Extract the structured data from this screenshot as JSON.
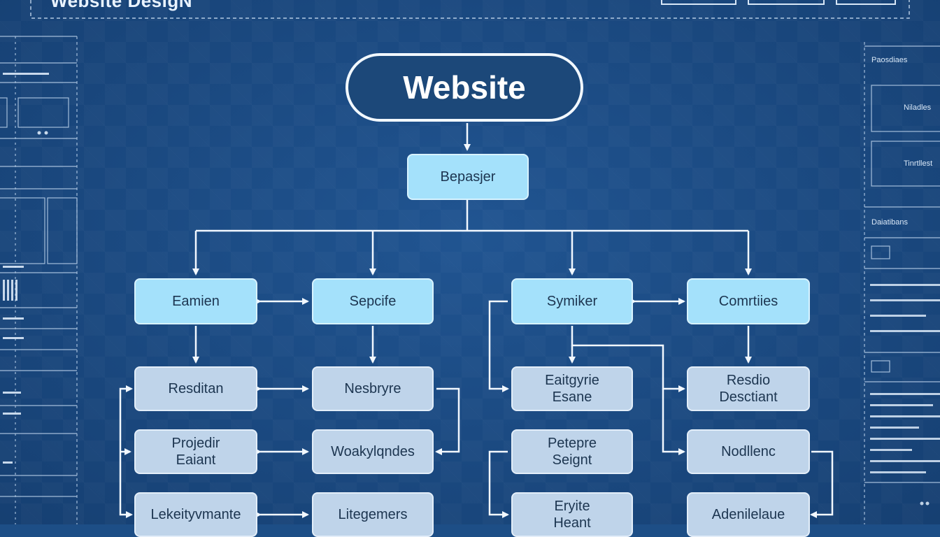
{
  "header": {
    "title": "Website DesigN"
  },
  "diagram": {
    "root": "Website",
    "hub": "Bepasjer",
    "column_heads": [
      "Eamien",
      "Sepcife",
      "Symiker",
      "Comrtiies"
    ],
    "children": [
      [
        "Resditan",
        "Projedir\nEaiant",
        "Lekeityvmante"
      ],
      [
        "Nesbryre",
        "Woakylqndes",
        "Litegemers"
      ],
      [
        "Eaitgyrie\nEsane",
        "Petepre\nSeignt",
        "Eryite\nHeant"
      ],
      [
        "Resdio\nDesctiant",
        "Nodllenc",
        "Adenilelaue"
      ]
    ]
  },
  "right_panel": {
    "labels": [
      "Paosdiaes",
      "Niladles",
      "Tinrtllest",
      "Daiatibans"
    ]
  },
  "colors": {
    "background": "#1d4e86",
    "level1_fill": "#a4e1fb",
    "level2_fill": "#bfd4ea",
    "line": "#f2f8ff"
  }
}
